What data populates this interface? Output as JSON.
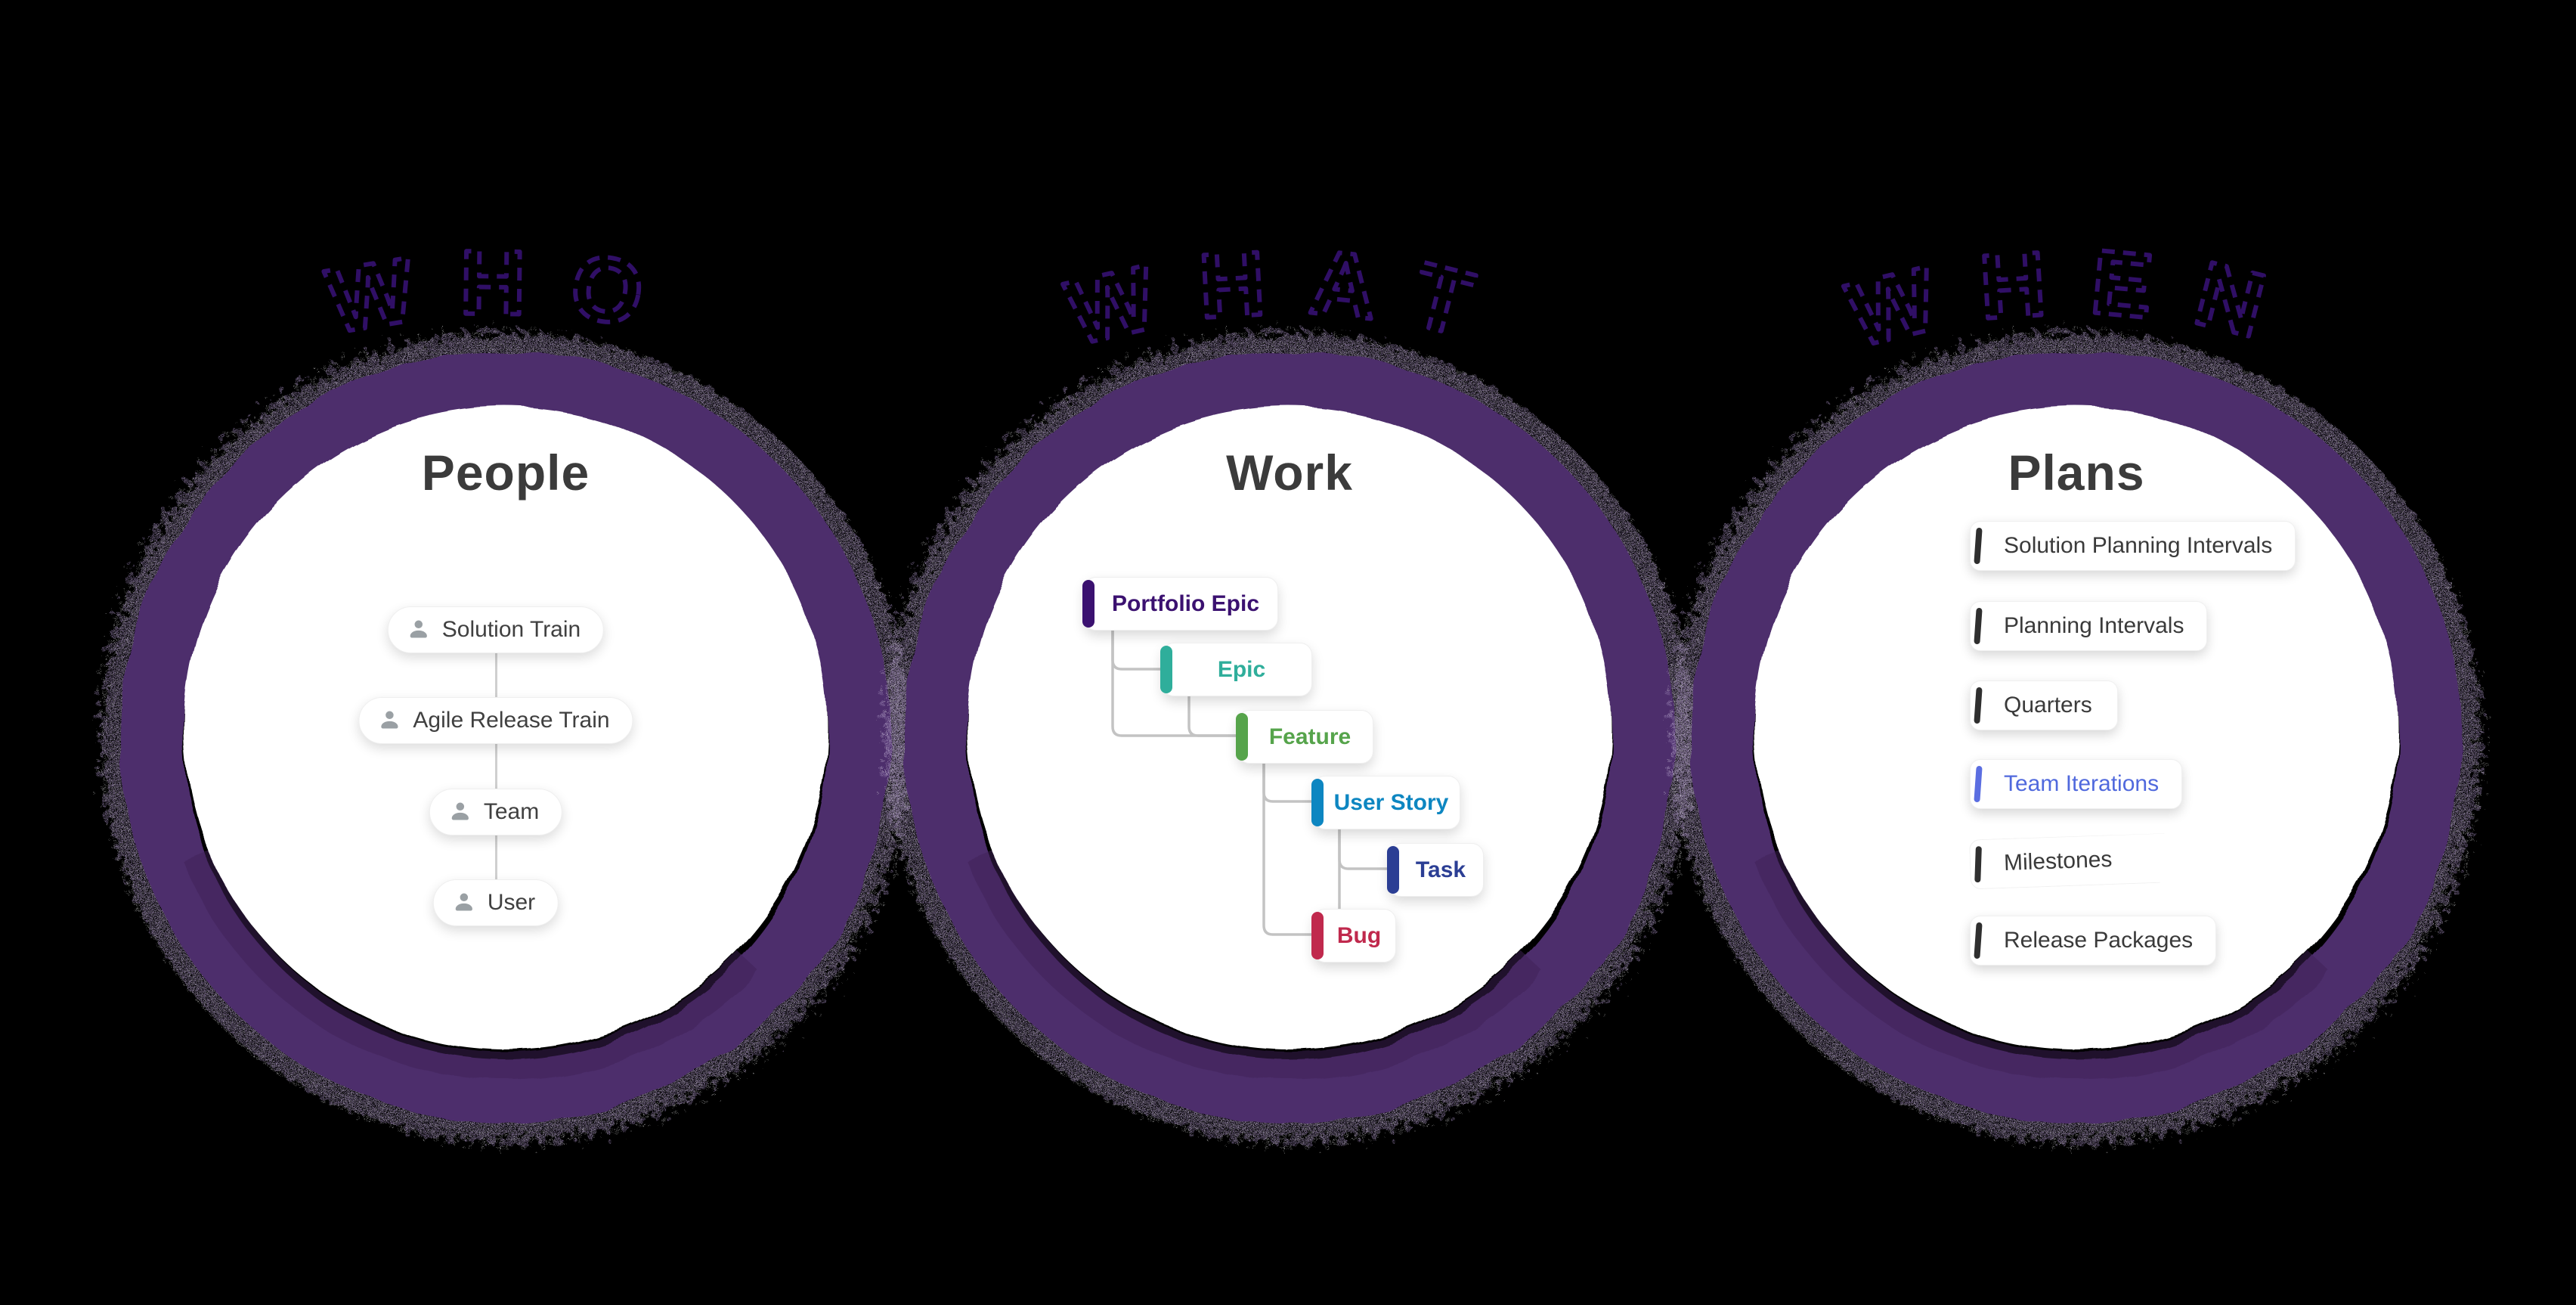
{
  "background_color": "#000000",
  "panels": [
    {
      "heading": "WHO",
      "title": "People",
      "heading_color": "#300f66",
      "ring_color": "#4e2d6c",
      "items": [
        {
          "label": "Solution Train",
          "icon": "person-icon"
        },
        {
          "label": "Agile Release Train",
          "icon": "person-icon"
        },
        {
          "label": "Team",
          "icon": "person-icon"
        },
        {
          "label": "User",
          "icon": "person-icon"
        }
      ]
    },
    {
      "heading": "WHAT",
      "title": "Work",
      "heading_color": "#300f66",
      "ring_color": "#4e2d6c",
      "items": [
        {
          "label": "Portfolio Epic",
          "color": "#3b1170"
        },
        {
          "label": "Epic",
          "color": "#2fae9b"
        },
        {
          "label": "Feature",
          "color": "#56a44b"
        },
        {
          "label": "User Story",
          "color": "#0d86c1"
        },
        {
          "label": "Task",
          "color": "#2b3e94"
        },
        {
          "label": "Bug",
          "color": "#c0294d"
        }
      ]
    },
    {
      "heading": "WHEN",
      "title": "Plans",
      "heading_color": "#300f66",
      "ring_color": "#4e2d6c",
      "items": [
        {
          "label": "Solution Planning Intervals",
          "color": "#2f2f2f",
          "text_color": "#3a3a3a"
        },
        {
          "label": "Planning Intervals",
          "color": "#2f2f2f",
          "text_color": "#3a3a3a"
        },
        {
          "label": "Quarters",
          "color": "#2f2f2f",
          "text_color": "#3a3a3a"
        },
        {
          "label": "Team Iterations",
          "color": "#5b6ee1",
          "text_color": "#5069dd"
        },
        {
          "label": "Milestones",
          "color": "#2f2f2f",
          "text_color": "#3a3a3a",
          "shape": "flag"
        },
        {
          "label": "Release Packages",
          "color": "#2f2f2f",
          "text_color": "#3a3a3a"
        }
      ]
    }
  ]
}
